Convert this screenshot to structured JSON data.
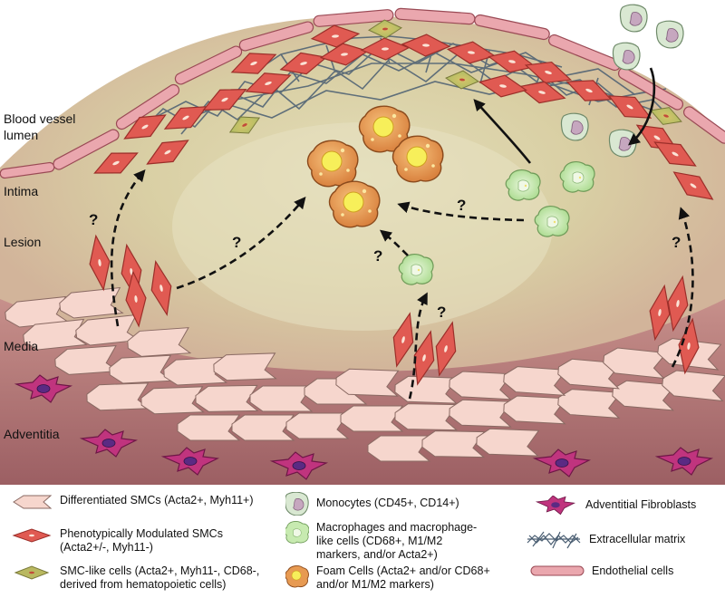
{
  "regions": {
    "lumen_line1": "Blood vessel",
    "lumen_line2": "lumen",
    "intima": "Intima",
    "lesion": "Lesion",
    "media": "Media",
    "adventitia": "Adventitia"
  },
  "question_mark": "?",
  "legend": {
    "differentiated_smc": "Differentiated SMCs (Acta2+, Myh11+)",
    "modulated_smc_line1": "Phenotypically Modulated SMCs",
    "modulated_smc_line2": "(Acta2+/-, Myh11-)",
    "smc_like_line1": "SMC-like cells (Acta2+, Myh11-, CD68-,",
    "smc_like_line2": "derived from hematopoietic cells)",
    "monocytes": "Monocytes (CD45+, CD14+)",
    "macrophages_line1": "Macrophages and macrophage-",
    "macrophages_line2": "like cells (CD68+, M1/M2",
    "macrophages_line3": "markers, and/or Acta2+)",
    "foam_line1": "Foam Cells (Acta2+ and/or CD68+",
    "foam_line2": "and/or M1/M2 markers)",
    "fibroblasts": "Adventitial Fibroblasts",
    "ecm": "Extracellular matrix",
    "endothelial": "Endothelial cells"
  },
  "colors": {
    "adventitia": "#a5676a",
    "lesion_core": "#e4dec0",
    "lumen": "#ffffff",
    "modulated_smc": "#e05a52",
    "differentiated_smc": "#f6d6cd",
    "endothelial": "#eaa7ae",
    "monocyte": "#d6e6cf",
    "macrophage": "#c7eab0",
    "foam_cell": "#e79a52",
    "fibroblast": "#c0347e",
    "ecm": "#4a5e72"
  }
}
